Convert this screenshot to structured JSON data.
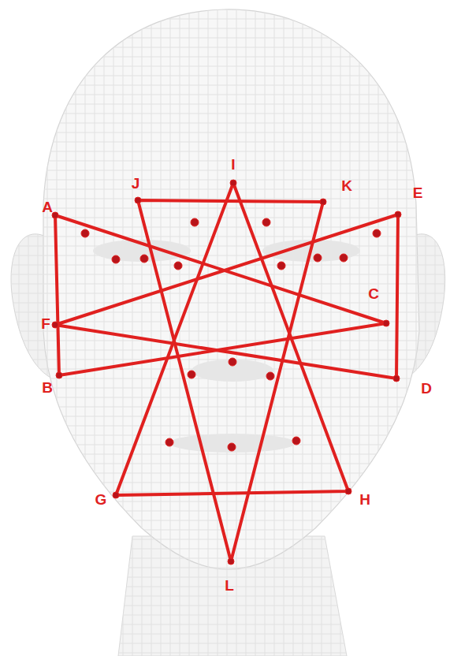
{
  "diagram": {
    "labels": [
      "I",
      "J",
      "K",
      "E",
      "A",
      "C",
      "F",
      "B",
      "D",
      "G",
      "H",
      "L"
    ]
  }
}
